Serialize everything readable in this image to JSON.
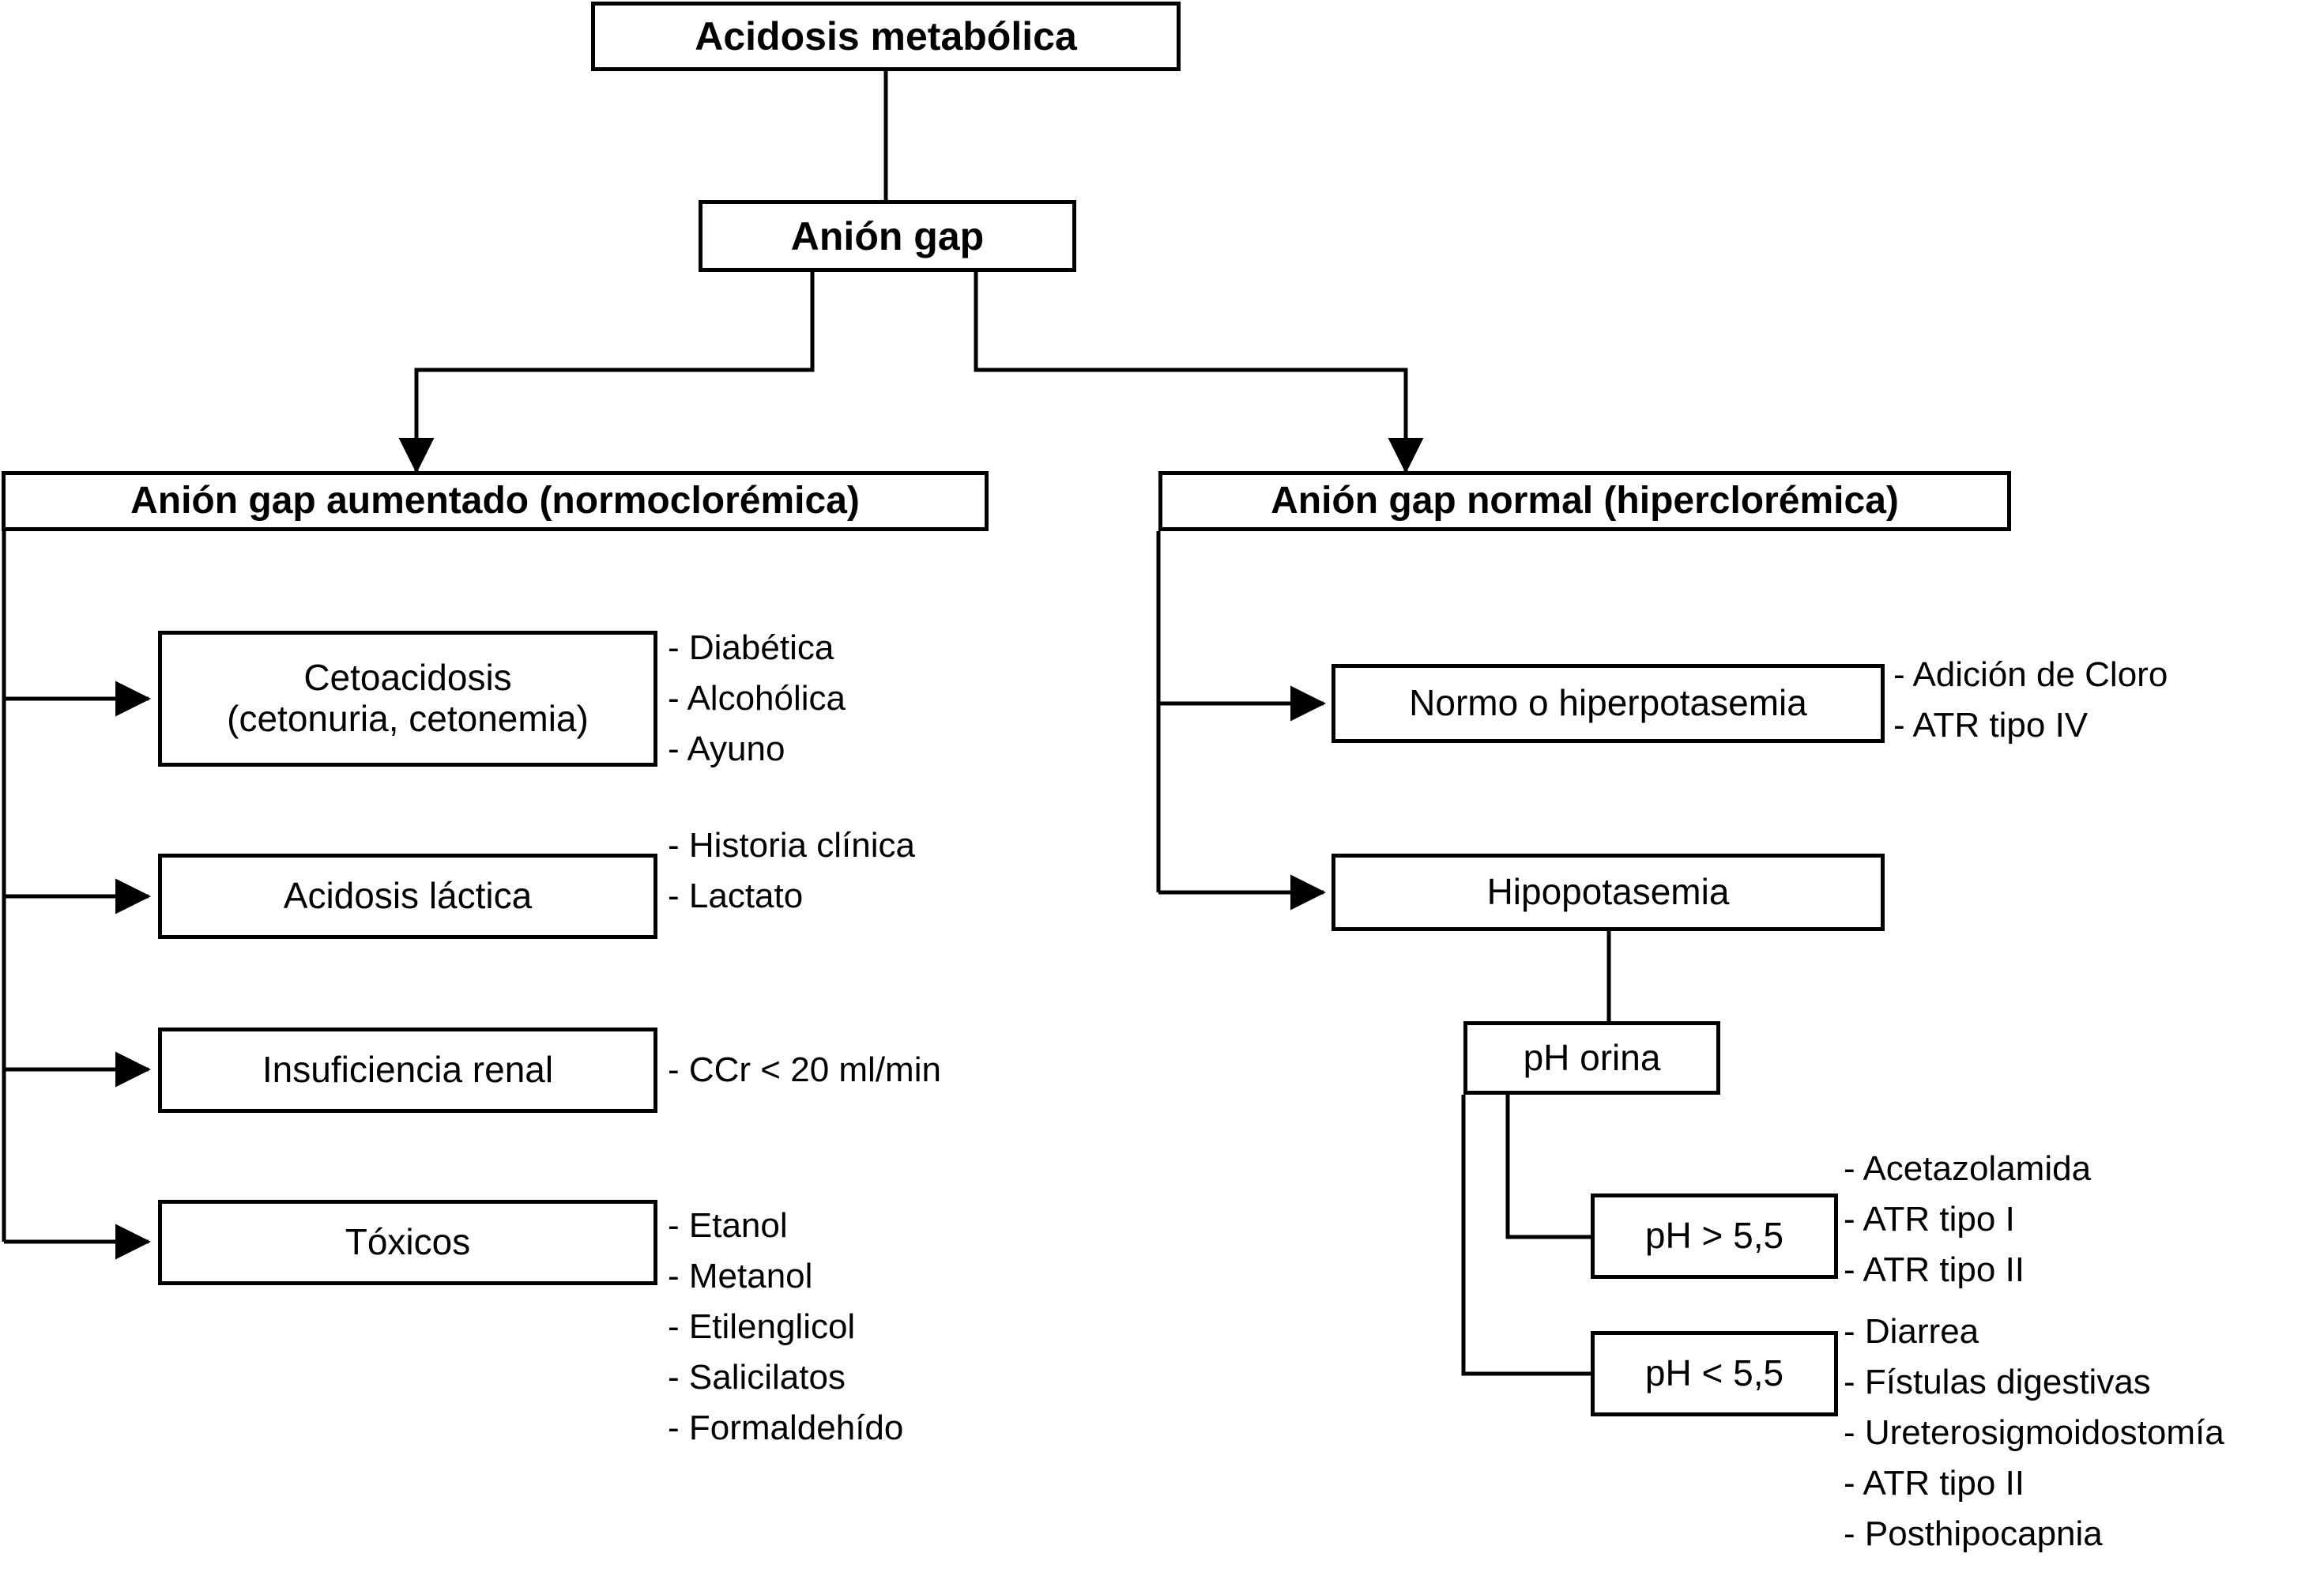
{
  "diagram": {
    "title": "Acidosis metabólica",
    "root": {
      "label": "Acidosis metabólica"
    },
    "decision": {
      "label": "Anión gap"
    },
    "branches": {
      "left": {
        "header": "Anión gap aumentado (normoclorémica)",
        "nodes": [
          {
            "label": "Cetoacidosis\n(cetonuria, cetonemia)",
            "details": [
              "- Diabética",
              "- Alcohólica",
              "- Ayuno"
            ]
          },
          {
            "label": "Acidosis láctica",
            "details": [
              "- Historia clínica",
              "- Lactato"
            ]
          },
          {
            "label": "Insuficiencia renal",
            "details": [
              "- CCr < 20 ml/min"
            ]
          },
          {
            "label": "Tóxicos",
            "details": [
              "- Etanol",
              "- Metanol",
              "- Etilenglicol",
              "- Salicilatos",
              "- Formaldehído"
            ]
          }
        ]
      },
      "right": {
        "header": "Anión gap normal (hiperclorémica)",
        "nodes": [
          {
            "label": "Normo o hiperpotasemia",
            "details": [
              "- Adición de Cloro",
              "- ATR tipo IV"
            ]
          },
          {
            "label": "Hipopotasemia",
            "details": []
          }
        ],
        "subdecision": {
          "label": "pH orina"
        },
        "subnodes": [
          {
            "label": "pH > 5,5",
            "details": [
              "- Acetazolamida",
              "- ATR tipo I",
              "- ATR tipo II"
            ]
          },
          {
            "label": "pH < 5,5",
            "details": [
              "- Diarrea",
              "- Fístulas digestivas",
              "- Ureterosigmoidostomía",
              "- ATR tipo II",
              "- Posthipocapnia"
            ]
          }
        ]
      }
    },
    "colors": {
      "stroke": "#000000",
      "background": "#ffffff",
      "text": "#000000"
    }
  }
}
